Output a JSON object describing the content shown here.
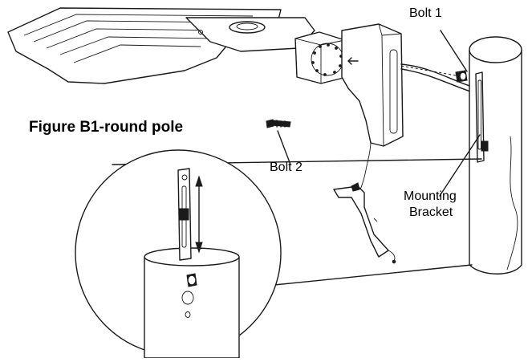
{
  "figure": {
    "title": "Figure B1-round pole",
    "callouts": {
      "bolt1": "Bolt 1",
      "bolt2": "Bolt 2",
      "mounting": "Mounting",
      "bracket": "Bracket"
    }
  }
}
